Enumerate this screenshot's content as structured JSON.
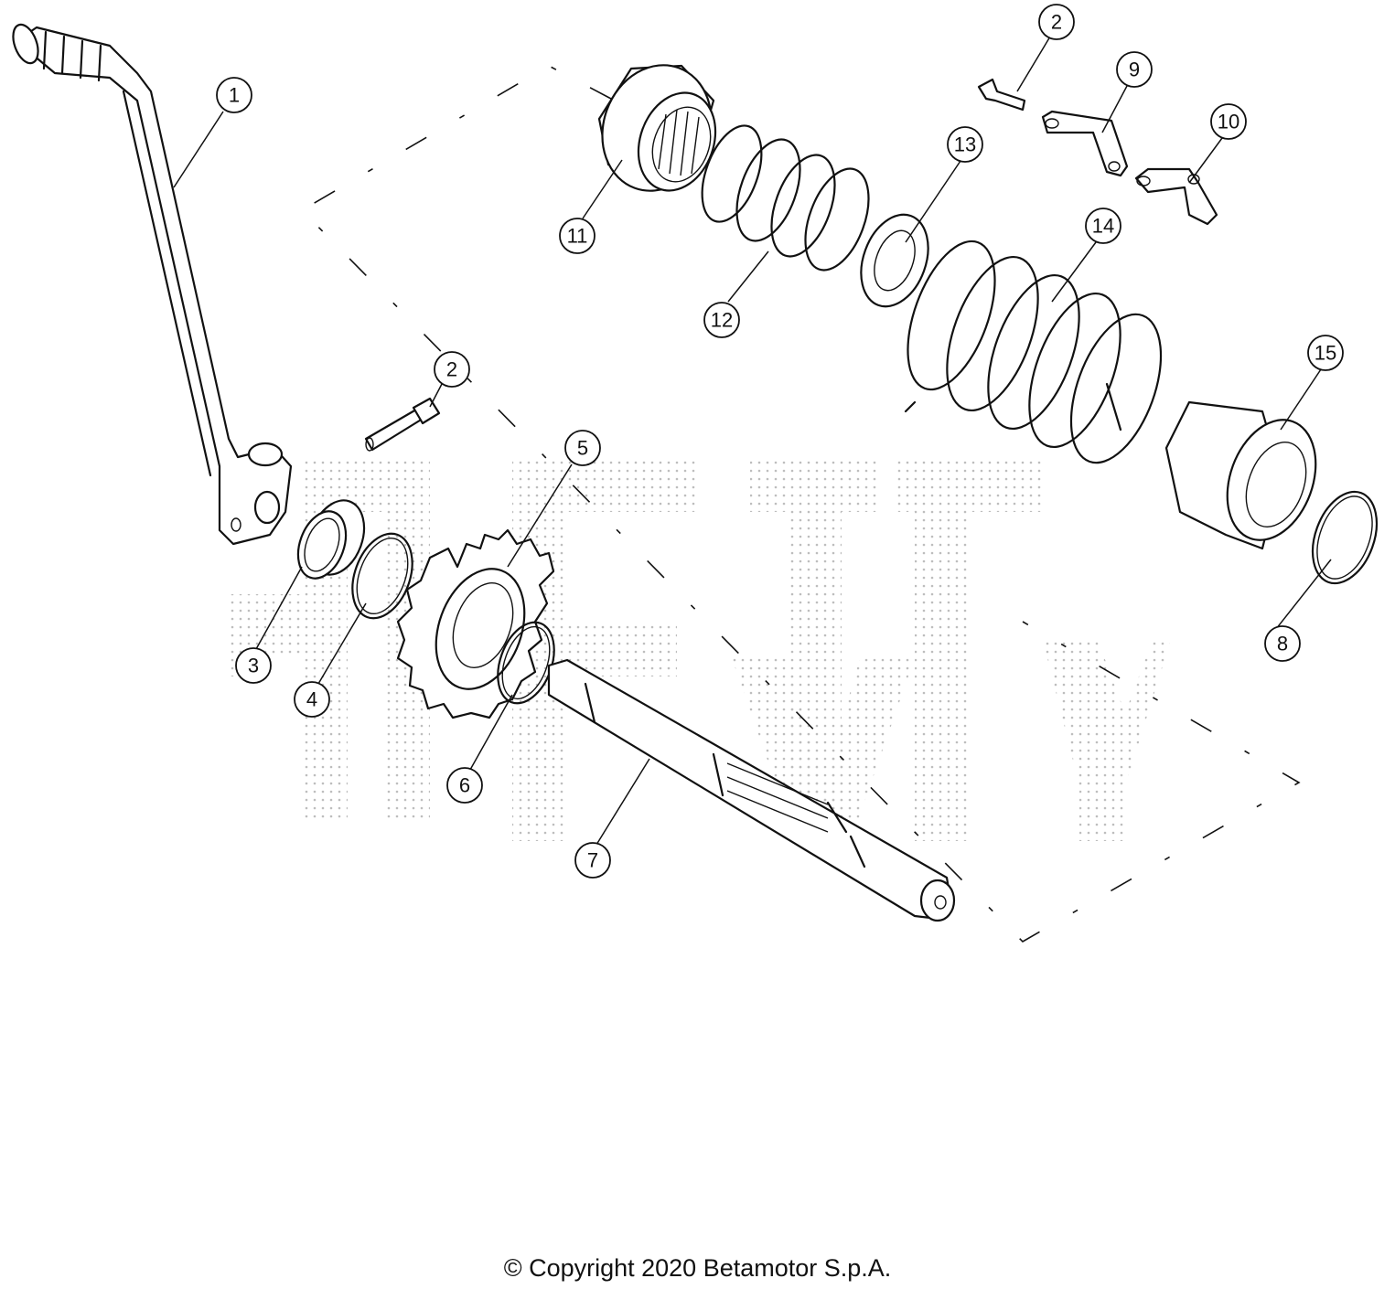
{
  "callouts": [
    {
      "id": "1",
      "label": "1"
    },
    {
      "id": "2a",
      "label": "2"
    },
    {
      "id": "2b",
      "label": "2"
    },
    {
      "id": "3",
      "label": "3"
    },
    {
      "id": "4",
      "label": "4"
    },
    {
      "id": "5",
      "label": "5"
    },
    {
      "id": "6",
      "label": "6"
    },
    {
      "id": "7",
      "label": "7"
    },
    {
      "id": "8",
      "label": "8"
    },
    {
      "id": "9",
      "label": "9"
    },
    {
      "id": "10",
      "label": "10"
    },
    {
      "id": "11",
      "label": "11"
    },
    {
      "id": "12",
      "label": "12"
    },
    {
      "id": "13",
      "label": "13"
    },
    {
      "id": "14",
      "label": "14"
    },
    {
      "id": "15",
      "label": "15"
    }
  ],
  "footer": {
    "copyright": "© Copyright 2020 Betamotor S.p.A."
  },
  "colors": {
    "line": "#111111",
    "background": "#ffffff",
    "watermark": "#bdbdbd"
  }
}
